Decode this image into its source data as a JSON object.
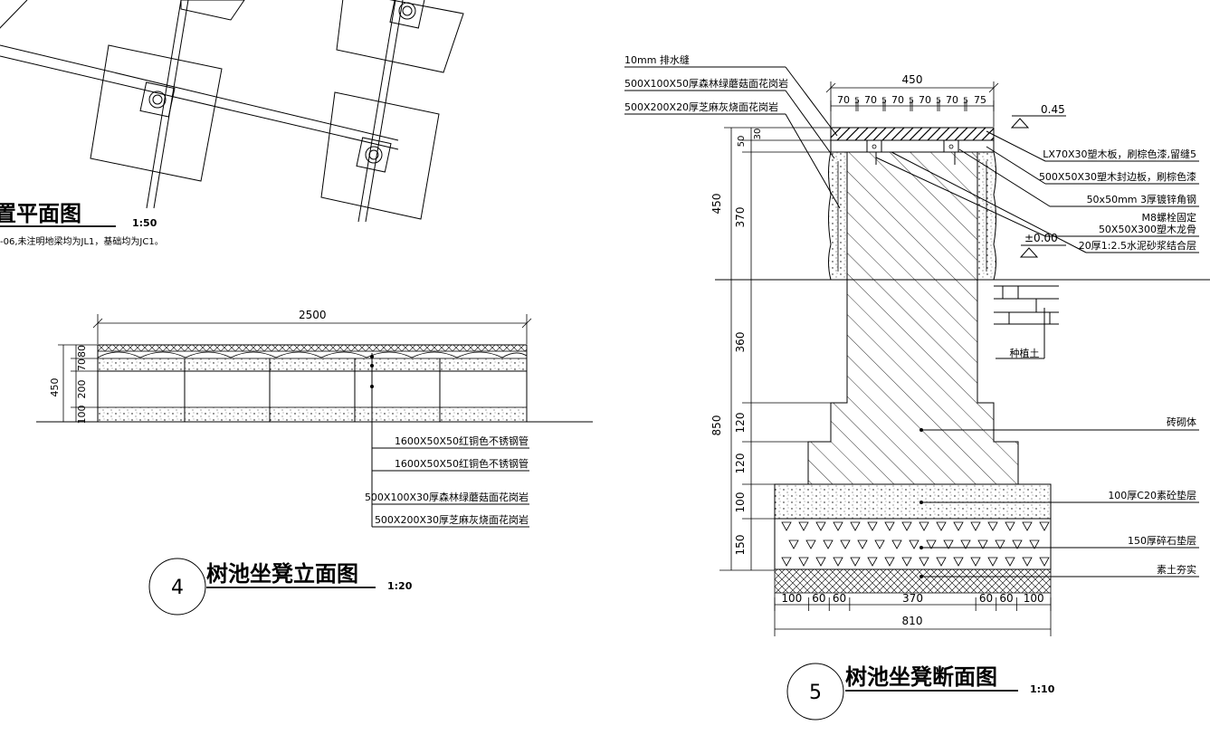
{
  "plan_view": {
    "title": "置平面图",
    "scale": "1:50",
    "note": "-06,未注明地梁均为JL1，基础均为JC1。"
  },
  "elevation": {
    "total_width": "2500",
    "total_height": "450",
    "dims": [
      "100",
      "200",
      "70",
      "80"
    ],
    "callouts": [
      "1600X50X50红铜色不锈钢管",
      "1600X50X50红铜色不锈钢管",
      "500X100X30厚森林绿蘑菇面花岗岩",
      "500X200X30厚芝麻灰烧面花岗岩"
    ],
    "number": "4",
    "title": "树池坐凳立面图",
    "scale": "1:20"
  },
  "section": {
    "top_width": "450",
    "top_dims": [
      "70",
      "5",
      "70",
      "5",
      "70",
      "5",
      "70",
      "5",
      "70",
      "5",
      "75"
    ],
    "level_top": "0.45",
    "level_ground": "±0.00",
    "left_callouts": [
      "10mm 排水缝",
      "500X100X50厚森林绿蘑菇面花岗岩",
      "500X200X20厚芝麻灰烧面花岗岩"
    ],
    "right_callouts": [
      "LX70X30塑木板，刷棕色漆,留缝5",
      "500X50X30塑木封边板，刷棕色漆",
      "50x50mm 3厚镀锌角钢",
      "M8螺栓固定",
      "50X50X300塑木龙骨",
      "20厚1:2.5水泥砂浆结合层"
    ],
    "left_dims": {
      "total_upper": "450",
      "small_50": "50",
      "small_30": "30",
      "mid_370": "370",
      "lower_total": "850",
      "d360": "360",
      "d120a": "120",
      "d120b": "120",
      "d100": "100",
      "d150": "150"
    },
    "labels": {
      "soil": "种植土",
      "brick": "砖砌体",
      "concrete": "100厚C20素砼垫层",
      "gravel": "150厚碎石垫层",
      "compacted": "素土夯实"
    },
    "bottom_dims": [
      "100",
      "60",
      "60",
      "370",
      "60",
      "60",
      "100"
    ],
    "bottom_total": "810",
    "number": "5",
    "title": "树池坐凳断面图",
    "scale": "1:10"
  }
}
